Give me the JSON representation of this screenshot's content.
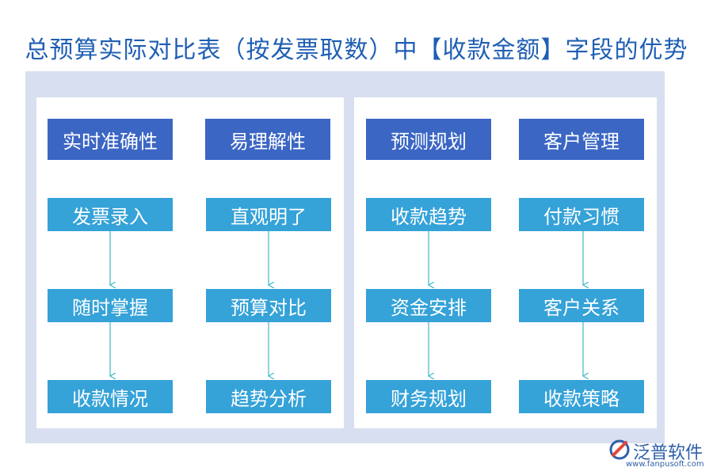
{
  "title": "总预算实际对比表（按发票取数）中【收款金额】字段的优势",
  "columns": [
    {
      "header": "实时准确性",
      "items": [
        "发票录入",
        "随时掌握",
        "收款情况"
      ]
    },
    {
      "header": "易理解性",
      "items": [
        "直观明了",
        "预算对比",
        "趋势分析"
      ]
    },
    {
      "header": "预测规划",
      "items": [
        "收款趋势",
        "资金安排",
        "财务规划"
      ]
    },
    {
      "header": "客户管理",
      "items": [
        "付款习惯",
        "客户关系",
        "收款策略"
      ]
    }
  ],
  "logo": {
    "name": "泛普软件",
    "url": "www.fanpusoft.com"
  },
  "colors": {
    "header_box": "#3b66c4",
    "item_box": "#35a2d8",
    "arrow": "#3fb8c6",
    "title": "#1f5fb4",
    "backdrop": "#d8dff0"
  }
}
